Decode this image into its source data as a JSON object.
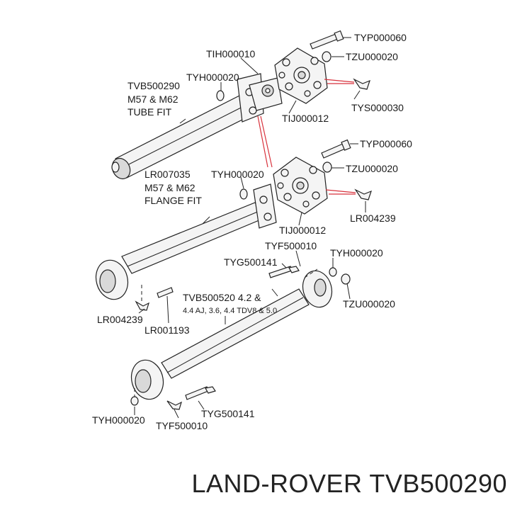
{
  "title": "LAND-ROVER TVB500290",
  "labels": {
    "typ_top": "TYP000060",
    "tzu_top": "TZU000020",
    "tih": "TIH000010",
    "tyh_top": "TYH000020",
    "tvb500290_1": "TVB500290",
    "tvb500290_2": "M57 & M62",
    "tvb500290_3": "TUBE FIT",
    "tij_top": "TIJ000012",
    "tys": "TYS000030",
    "typ_mid": "TYP000060",
    "tzu_mid": "TZU000020",
    "lr007035_1": "LR007035",
    "lr007035_2": "M57 & M62",
    "lr007035_3": "FLANGE FIT",
    "tyh_mid": "TYH000020",
    "lr004239_mid": "LR004239",
    "tij_mid": "TIJ000012",
    "tyf_mid": "TYF500010",
    "tyh_right": "TYH000020",
    "tyg_mid": "TYG500141",
    "tvb500520_1": "TVB500520 4.2 &",
    "tvb500520_2": "4.4 AJ, 3.6, 4.4 TDV8 & 5.0",
    "tzu_low": "TZU000020",
    "lr004239_low": "LR004239",
    "lr001193": "LR001193",
    "tyh_bottom": "TYH000020",
    "tyf_bottom": "TYF500010",
    "tyg_bottom": "TYG500141"
  }
}
